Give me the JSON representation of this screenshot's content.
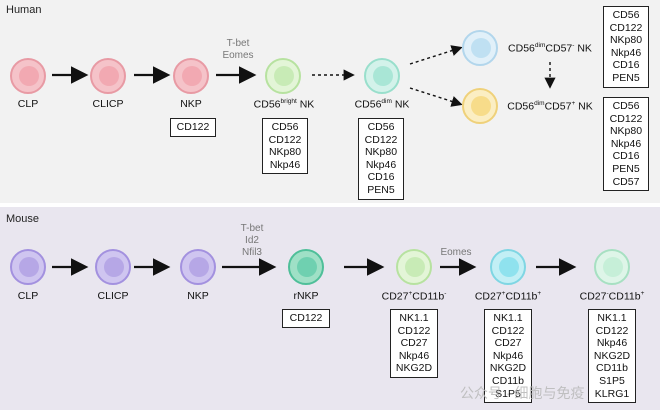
{
  "human": {
    "title": "Human",
    "cells": [
      {
        "key": "clp",
        "label": "CLP"
      },
      {
        "key": "clicp",
        "label": "CLICP"
      },
      {
        "key": "nkp",
        "label": "NKP"
      },
      {
        "key": "cd56bright",
        "label_main": "CD56",
        "label_sup": "bright",
        "label_end": " NK"
      },
      {
        "key": "cd56dim",
        "label_main": "CD56",
        "label_sup": "dim",
        "label_end": " NK"
      },
      {
        "key": "cd57neg",
        "label_main": "CD56",
        "label_sup": "dim",
        "label_mid": "CD57",
        "label_sup2": "-",
        "label_end": " NK"
      },
      {
        "key": "cd57pos",
        "label_main": "CD56",
        "label_sup": "dim",
        "label_mid": "CD57",
        "label_sup2": "+",
        "label_end": " NK"
      }
    ],
    "tf_labels": [
      "T-bet",
      "Eomes"
    ],
    "boxes": {
      "nkp": [
        "CD122"
      ],
      "cd56bright": [
        "CD56",
        "CD122",
        "NKp80",
        "Nkp46"
      ],
      "cd56dim": [
        "CD56",
        "CD122",
        "NKp80",
        "Nkp46",
        "CD16",
        "PEN5"
      ],
      "cd57neg": [
        "CD56",
        "CD122",
        "NKp80",
        "Nkp46",
        "CD16",
        "PEN5"
      ],
      "cd57pos": [
        "CD56",
        "CD122",
        "NKp80",
        "Nkp46",
        "CD16",
        "PEN5",
        "CD57"
      ]
    }
  },
  "mouse": {
    "title": "Mouse",
    "cells": [
      {
        "key": "clp",
        "label": "CLP"
      },
      {
        "key": "clicp",
        "label": "CLICP"
      },
      {
        "key": "nkp",
        "label": "NKP"
      },
      {
        "key": "rnkp",
        "label": "rNKP"
      },
      {
        "key": "cd27p11bneg",
        "label_main": "CD27",
        "label_sup": "+",
        "label_mid": "CD11b",
        "label_sup2": "-"
      },
      {
        "key": "cd27p11bp",
        "label_main": "CD27",
        "label_sup": "+",
        "label_mid": "CD11b",
        "label_sup2": "+"
      },
      {
        "key": "cd27n11bp",
        "label_main": "CD27",
        "label_sup": "-",
        "label_mid": "CD11b",
        "label_sup2": "+"
      }
    ],
    "tf_labels": [
      "T-bet",
      "Id2",
      "Nfil3"
    ],
    "tf_labels2": [
      "Eomes"
    ],
    "boxes": {
      "rnkp": [
        "CD122"
      ],
      "cd27p11bneg": [
        "NK1.1",
        "CD122",
        "CD27",
        "Nkp46",
        "NKG2D"
      ],
      "cd27p11bp": [
        "NK1.1",
        "CD122",
        "CD27",
        "Nkp46",
        "NKG2D",
        "CD11b",
        "S1P5"
      ],
      "cd27n11bp": [
        "NK1.1",
        "CD122",
        "Nkp46",
        "NKG2D",
        "CD11b",
        "S1P5",
        "KLRG1"
      ]
    }
  },
  "watermark": "公众号 · 细胞与免疫",
  "colors": {
    "pink": "#f2a9b2",
    "blue_small": "#bfe0f2",
    "yellow": "#f7dc8a",
    "green": "#c8ebb6",
    "mint": "#a9e6d6",
    "purple": "#b6a7e6",
    "teal": "#6fd0b0",
    "cyan": "#8fe2ee",
    "pale_green": "#c6efd8"
  }
}
